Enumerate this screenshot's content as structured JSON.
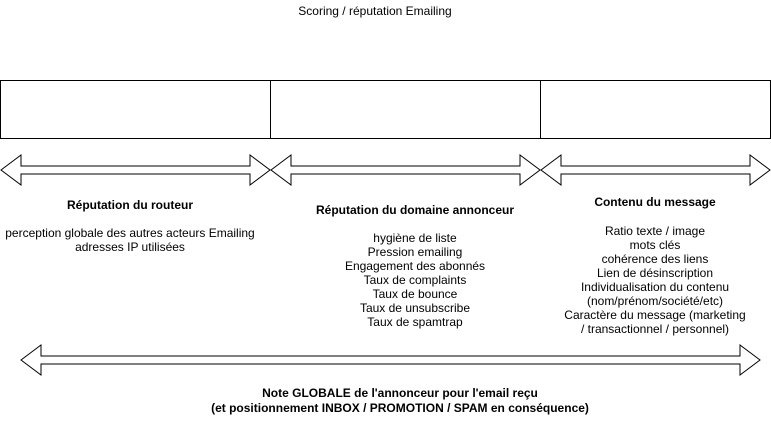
{
  "title": "Scoring / réputation Emailing",
  "columns": [
    {
      "heading": "Réputation du routeur",
      "lines": [
        "perception globale des autres acteurs Emailing",
        "adresses IP utilisées"
      ]
    },
    {
      "heading": "Réputation du domaine annonceur",
      "lines": [
        "hygiène de liste",
        "Pression emailing",
        "Engagement des abonnés",
        "Taux de complaints",
        "Taux de bounce",
        "Taux de unsubscribe",
        "Taux de spamtrap"
      ]
    },
    {
      "heading": "Contenu du message",
      "lines": [
        "Ratio texte / image",
        "mots clés",
        "cohérence des liens",
        "Lien de désinscription",
        "Individualisation du contenu",
        "(nom/prénom/société/etc)",
        "Caractère du message (marketing",
        "/ transactionnel / personnel)"
      ]
    }
  ],
  "footer": {
    "line1": "Note GLOBALE de l'annonceur pour l'email reçu",
    "line2": "(et positionnement INBOX / PROMOTION / SPAM en conséquence)"
  }
}
